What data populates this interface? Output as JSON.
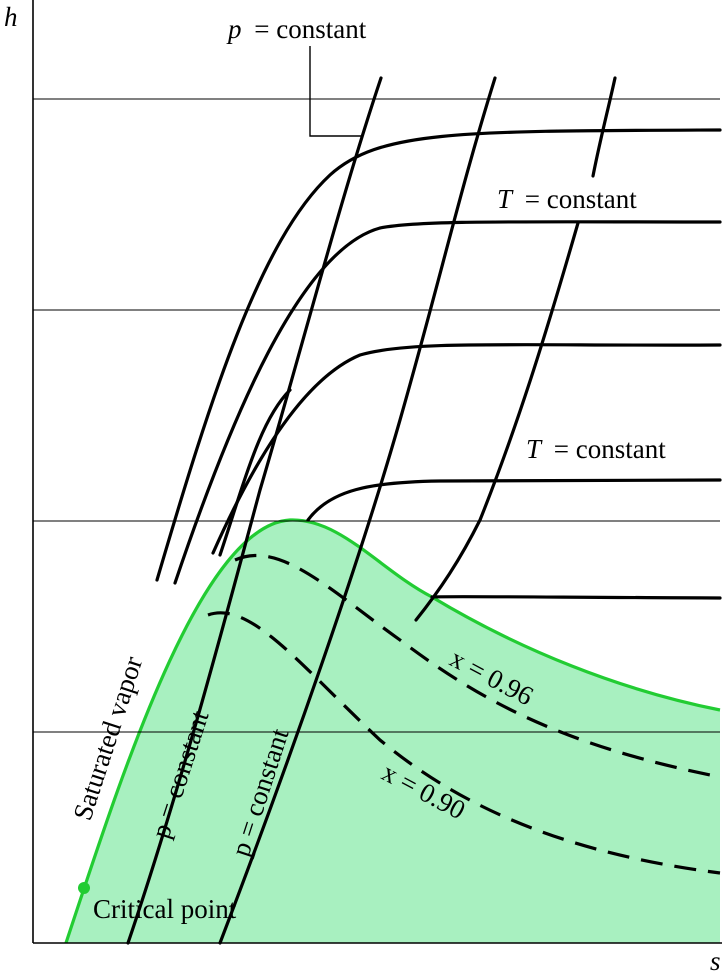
{
  "axes": {
    "y_label": "h",
    "x_label": "s"
  },
  "labels": {
    "p_constant_top": "= constant",
    "p_symbol": "p",
    "t_constant_upper": "= constant",
    "t_constant_lower": "= constant",
    "t_symbol": "T",
    "x_096": "x = 0.96",
    "x_090": "x = 0.90",
    "saturated_vapor": "Saturated vapor",
    "p_constant_rot_1": "p = constant",
    "p_constant_rot_2": "p = constant",
    "critical_point": "Critical point"
  },
  "colors": {
    "two_phase_fill": "#a8f0c0",
    "saturation_line": "#22cc33",
    "critical_point": "#22cc33"
  }
}
